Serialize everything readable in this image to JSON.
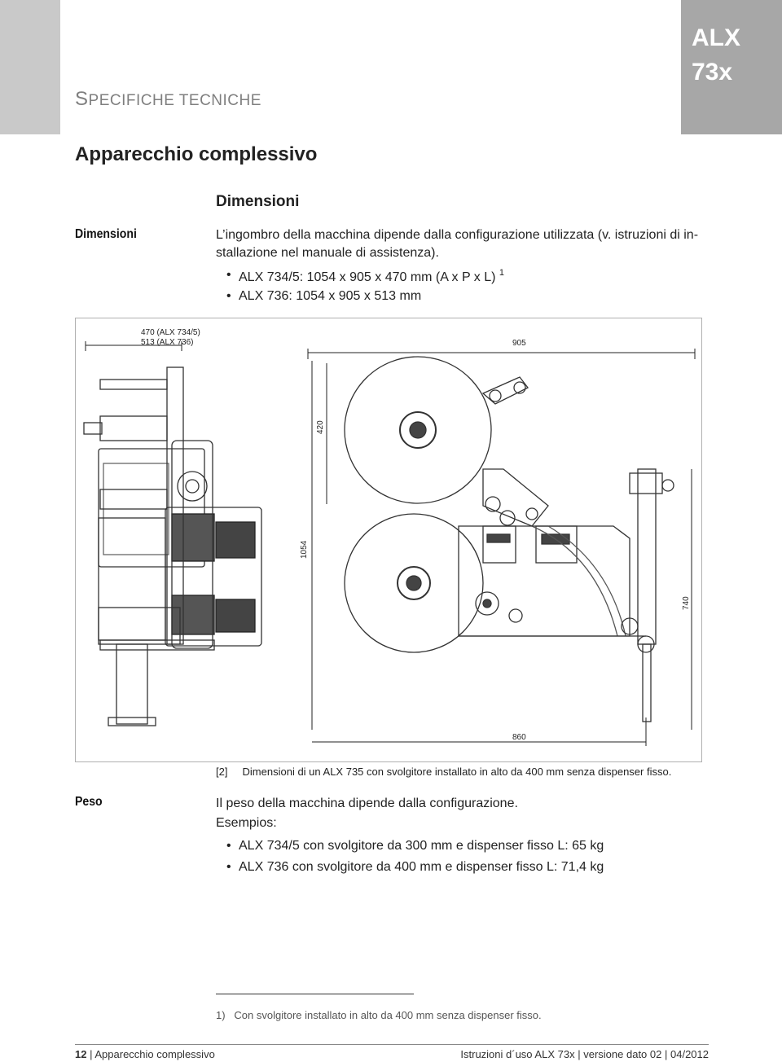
{
  "header": {
    "section_title_first": "S",
    "section_title_rest": "PECIFICHE TECNICHE",
    "product_line1": "ALX",
    "product_line2": "73x"
  },
  "chapter_title": "Apparecchio complessivo",
  "dimensions": {
    "subheading": "Dimensioni",
    "side_label": "Dimensioni",
    "intro_line1": "L’ingombro della macchina dipende dalla configurazione utilizzata (v. istruzioni di in-",
    "intro_line2": "stallazione nel manuale di assistenza).",
    "bullets": [
      {
        "text": "ALX 734/5: 1054 x 905 x 470 mm (A x P x L) ",
        "note": "1"
      },
      {
        "text": "ALX 736: 1054 x 905 x 513 mm",
        "note": ""
      }
    ]
  },
  "figure": {
    "width_label_1": "470 (ALX 734/5)",
    "width_label_2": "513 (ALX 736)",
    "dim_905": "905",
    "dim_420": "420",
    "dim_1054": "1054",
    "dim_740": "740",
    "dim_860": "860",
    "caption_tag": "[2]",
    "caption_text": "Dimensioni di un ALX 735 con svolgitore installato in alto da 400 mm senza dispenser fisso."
  },
  "weight": {
    "side_label": "Peso",
    "line1": "Il peso della macchina dipende dalla configurazione.",
    "line2": "Esempios:",
    "bullets": [
      "ALX 734/5 con svolgitore da 300 mm e dispenser fisso L: 65 kg",
      "ALX 736 con svolgitore da 400 mm e dispenser fisso L: 71,4 kg"
    ]
  },
  "footnote": {
    "number": "1)",
    "text": "Con svolgitore installato in alto da 400 mm senza dispenser fisso."
  },
  "footer": {
    "page_number": "12",
    "separator": "|",
    "left_text": "Apparecchio complessivo",
    "right_text_1": "Istruzioni d´uso ALX 73x",
    "right_text_2": "versione dato 02",
    "right_text_3": "04/2012"
  }
}
